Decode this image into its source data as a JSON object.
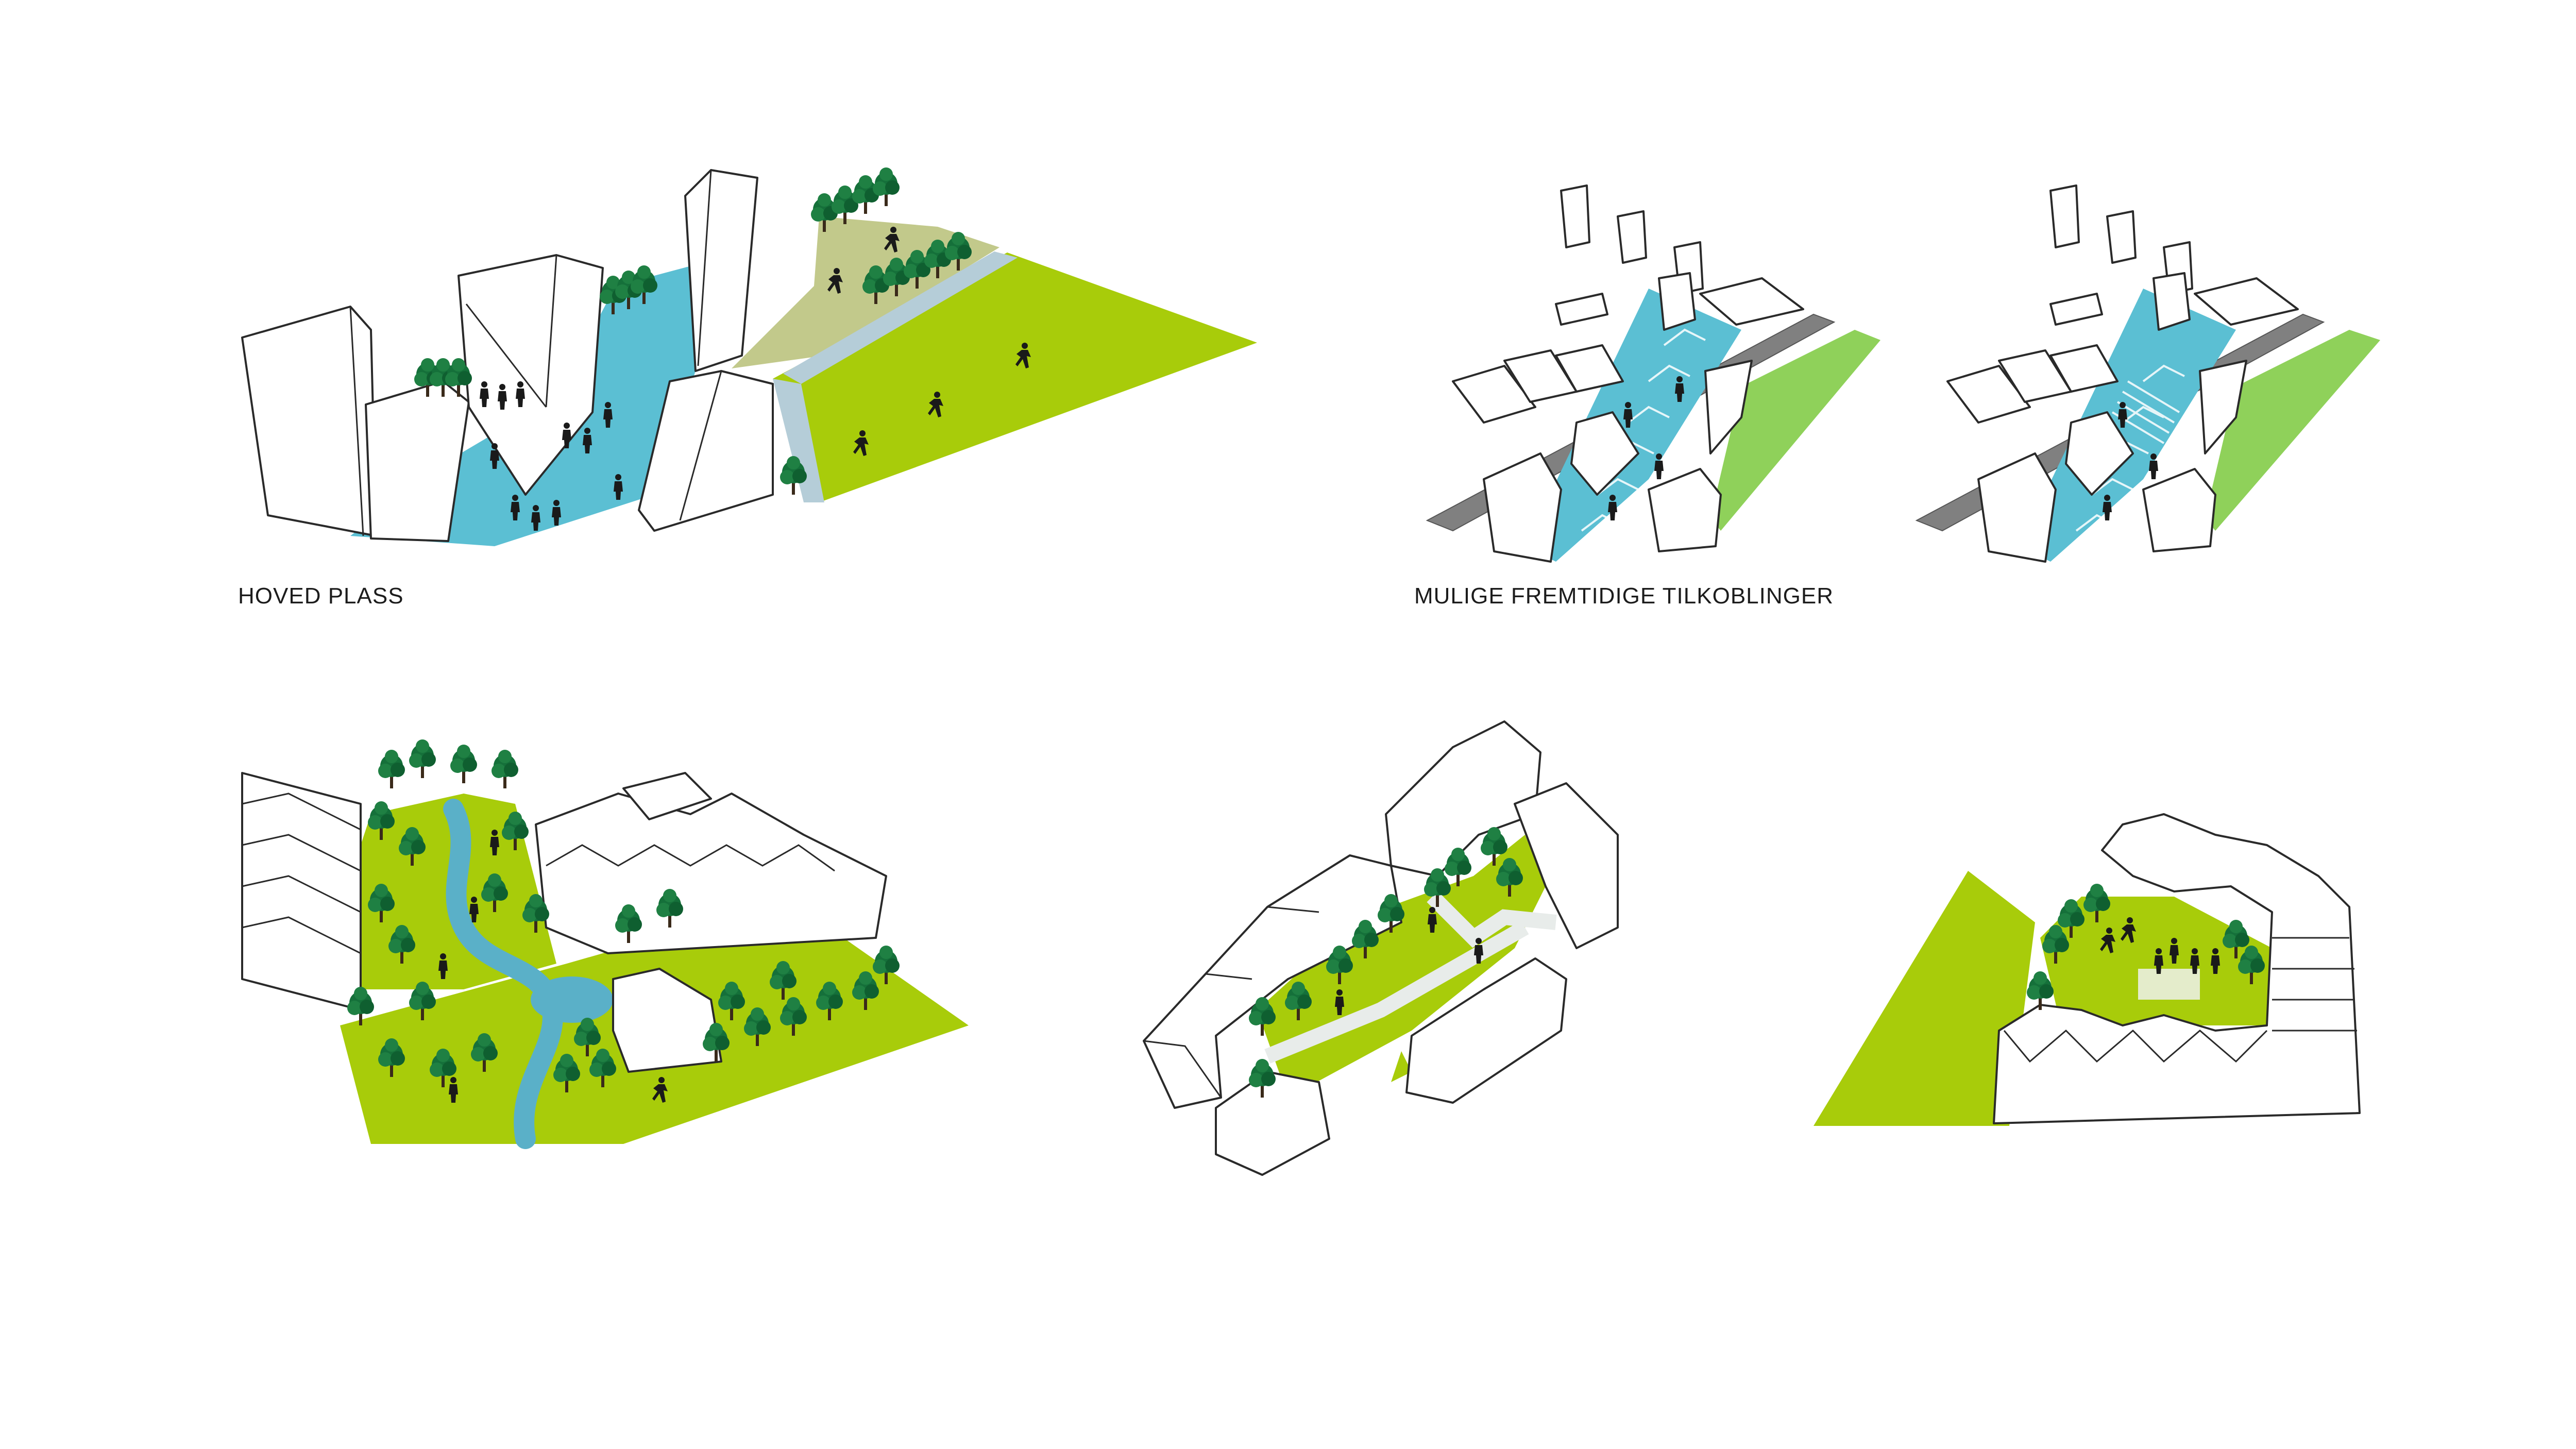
{
  "captions": {
    "hoved_plass": "HOVED PLASS",
    "mulige_tilkoblinger": "MULIGE FREMTIDIGE TILKOBLINGER"
  },
  "colors": {
    "background": "#ffffff",
    "lime_green": "#a8cc0a",
    "light_green": "#8fd15a",
    "olive_green": "#c2c98b",
    "plaza_blue": "#5bbfd3",
    "river_blue": "#5ab0c8",
    "road_gray": "#808080",
    "tree_dark": "#15703a",
    "tree_mid": "#2a8c4a",
    "building_fill": "#ffffff",
    "building_stroke": "#2a2a2a",
    "people": "#1a1a1a"
  },
  "panels": [
    {
      "id": "hoved-plass",
      "icon": "main-plaza-axonometric"
    },
    {
      "id": "connection-option-1",
      "icon": "future-connection-axonometric"
    },
    {
      "id": "connection-option-2",
      "icon": "future-connection-axonometric"
    },
    {
      "id": "forest-park",
      "icon": "forest-park-axonometric"
    },
    {
      "id": "courtyard-park",
      "icon": "courtyard-axonometric"
    },
    {
      "id": "field-courtyard",
      "icon": "field-courtyard-axonometric"
    }
  ]
}
